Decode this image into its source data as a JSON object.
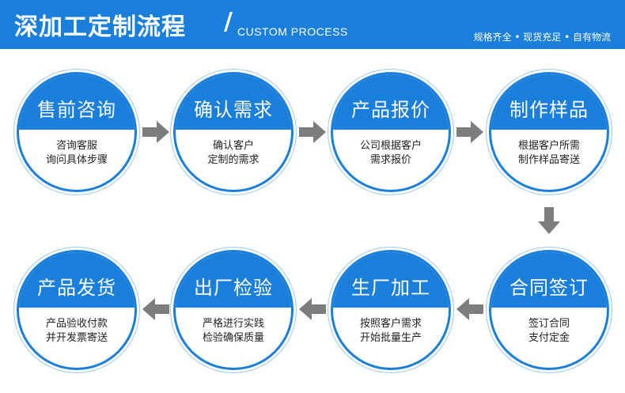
{
  "header": {
    "title": "深加工定制流程",
    "slash": "/",
    "subtitle": "CUSTOM PROCESS",
    "tagline": "规格齐全 • 现货充足 • 自有物流"
  },
  "colors": {
    "accent": "#1a7fdb",
    "arrow": "#7d7d7d",
    "text": "#222222"
  },
  "steps": [
    {
      "name": "售前咨询",
      "line1": "咨询客服",
      "line2": "询问具体步骤"
    },
    {
      "name": "确认需求",
      "line1": "确认客户",
      "line2": "定制的需求"
    },
    {
      "name": "产品报价",
      "line1": "公司根据客户",
      "line2": "需求报价"
    },
    {
      "name": "制作样品",
      "line1": "根据客户所需",
      "line2": "制作样品寄送"
    },
    {
      "name": "合同签订",
      "line1": "签订合同",
      "line2": "支付定金"
    },
    {
      "name": "生厂加工",
      "line1": "按照客户需求",
      "line2": "开始批量生产"
    },
    {
      "name": "出厂检验",
      "line1": "严格进行实践",
      "line2": "检验确保质量"
    },
    {
      "name": "产品发货",
      "line1": "产品验收付款",
      "line2": "并开发票寄送"
    }
  ],
  "icons": {
    "arrow_right": "arrow-right-icon",
    "arrow_left": "arrow-left-icon",
    "arrow_down": "arrow-down-icon"
  }
}
